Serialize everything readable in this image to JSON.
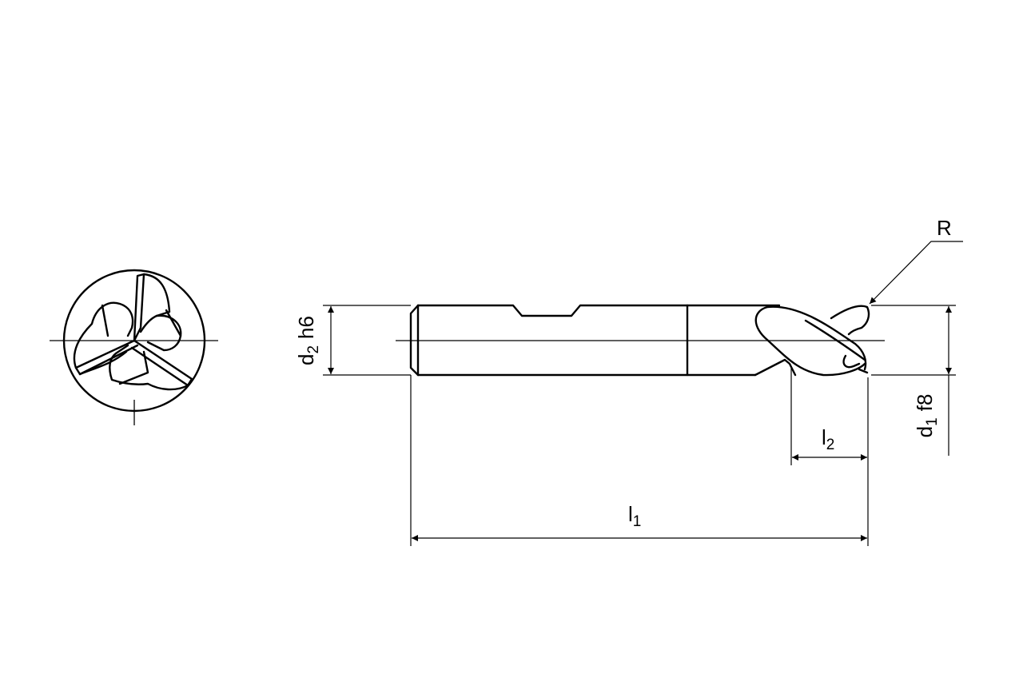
{
  "drawing": {
    "subject": "end-mill",
    "labels": {
      "radius": "R",
      "shank_diameter": {
        "symbol": "d",
        "index": "2",
        "tolerance": "h6"
      },
      "cutting_diameter": {
        "symbol": "d",
        "index": "1",
        "tolerance": "f8"
      },
      "overall_length": {
        "symbol": "l",
        "index": "1"
      },
      "cutting_length": {
        "symbol": "l",
        "index": "2"
      }
    },
    "colors": {
      "line": "#000000",
      "background": "#ffffff"
    }
  }
}
